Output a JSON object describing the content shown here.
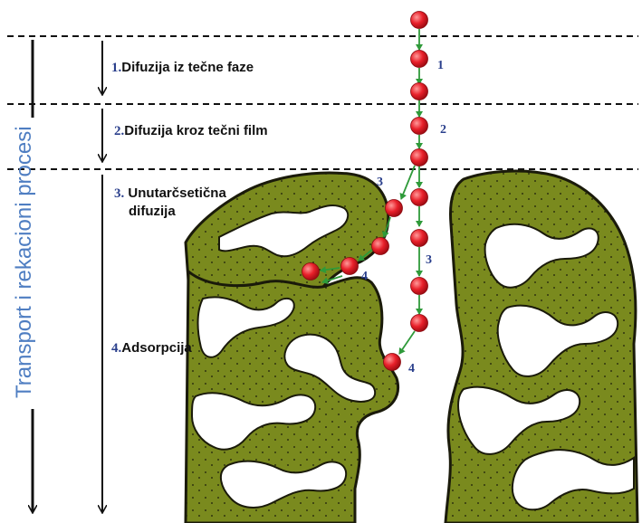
{
  "side_title": "Transport i rekacioni procesi",
  "steps": [
    {
      "num": "1.",
      "text": "Difuzija iz tečne faze"
    },
    {
      "num": "2.",
      "text": "Difuzija kroz tečni film"
    },
    {
      "num": "3.",
      "text_line1": "Unutarčsetična",
      "text_line2": "difuzija"
    },
    {
      "num": "4.",
      "text": "Adsorpcija"
    }
  ],
  "tags": [
    "1",
    "2",
    "3",
    "3",
    "4",
    "4"
  ],
  "colors": {
    "particle": "#e8202a",
    "particle_highlight": "#ff9a9a",
    "arrow": "#2f9a3a",
    "solid_fill": "#7a8a1e",
    "solid_edge": "#1a1a0a",
    "pore": "#ffffff",
    "title": "#4f7ec2",
    "number": "#2a3f8c"
  }
}
